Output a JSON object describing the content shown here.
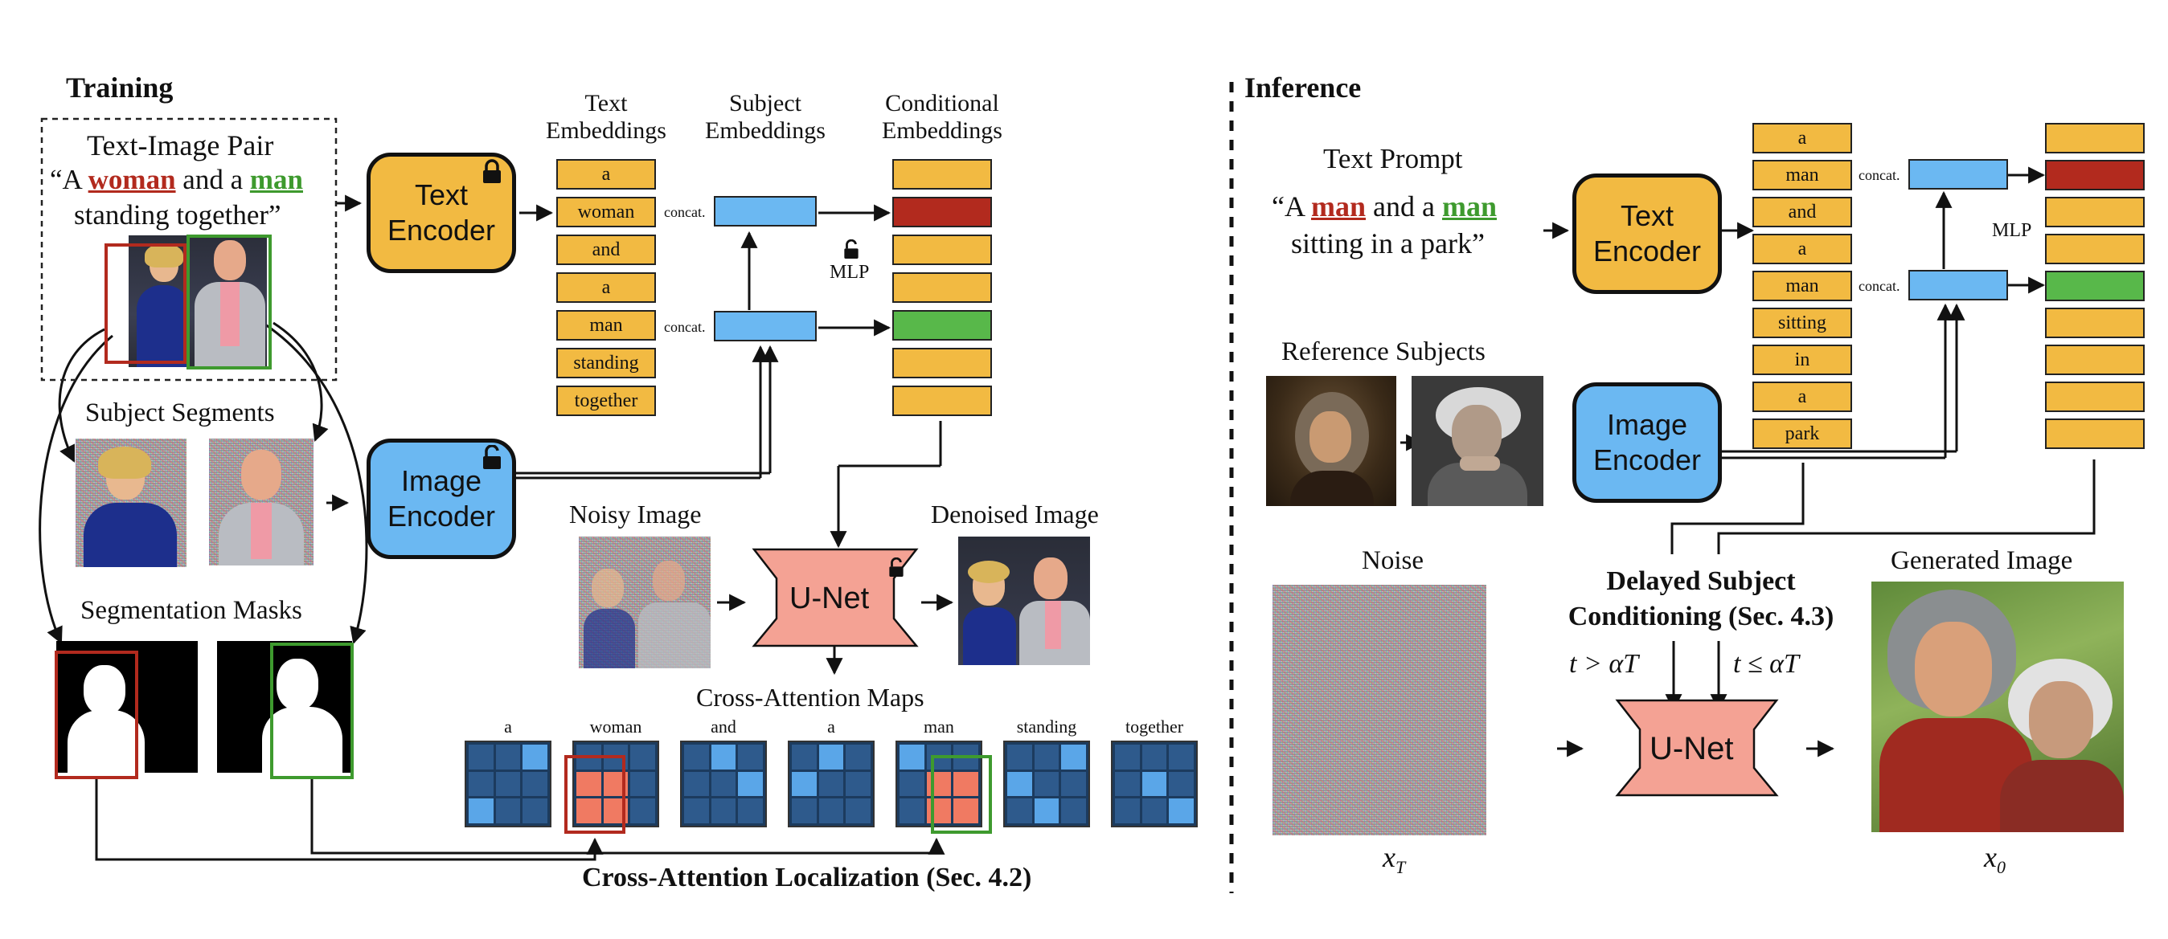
{
  "training": {
    "title": "Training",
    "pair_title": "Text-Image Pair",
    "caption_pre": "“A ",
    "caption_word1": "woman",
    "caption_mid": " and a ",
    "caption_word2": "man",
    "caption_line2": "standing together”",
    "text_encoder": [
      "Text",
      "Encoder"
    ],
    "image_encoder": [
      "Image",
      "Encoder"
    ],
    "col_text_emb": [
      "Text",
      "Embeddings"
    ],
    "col_subject_emb": [
      "Subject",
      "Embeddings"
    ],
    "col_cond_emb": [
      "Conditional",
      "Embeddings"
    ],
    "tokens": [
      "a",
      "woman",
      "and",
      "a",
      "man",
      "standing",
      "together"
    ],
    "concat": "concat.",
    "mlp": "MLP",
    "subject_segments": "Subject Segments",
    "segmentation_masks": "Segmentation Masks",
    "noisy_image": "Noisy Image",
    "denoised_image": "Denoised Image",
    "unet": "U-Net",
    "cross_attention_maps": "Cross-Attention Maps",
    "map_labels": [
      "a",
      "woman",
      "and",
      "a",
      "man",
      "standing",
      "together"
    ],
    "localization": "Cross-Attention Localization (Sec. 4.2)"
  },
  "inference": {
    "title": "Inference",
    "prompt_title": "Text Prompt",
    "prompt_pre": "“A ",
    "prompt_word1": "man",
    "prompt_mid": " and a ",
    "prompt_word2": "man",
    "prompt_line2": "sitting in a park”",
    "text_encoder": [
      "Text",
      "Encoder"
    ],
    "image_encoder": [
      "Image",
      "Encoder"
    ],
    "tokens": [
      "a",
      "man",
      "and",
      "a",
      "man",
      "sitting",
      "in",
      "a",
      "park"
    ],
    "concat": "concat.",
    "mlp": "MLP",
    "reference_subjects": "Reference Subjects",
    "noise": "Noise",
    "x_t": "x",
    "x_t_sub": "T",
    "delayed": [
      "Delayed Subject",
      "Conditioning (Sec. 4.3)"
    ],
    "cond1": "t > αT",
    "cond2": "t ≤ αT",
    "unet": "U-Net",
    "generated_image": "Generated Image",
    "x_0": "x",
    "x_0_sub": "0"
  },
  "colors": {
    "token": "#F2BA42",
    "subject": "#6BB8F2",
    "woman": "#B22A1E",
    "man": "#3E9A2E",
    "unet": "#F4A294",
    "attn_dark": "#2E5A8C",
    "attn_light": "#5AA6E8",
    "attn_hot": "#F07A62"
  }
}
